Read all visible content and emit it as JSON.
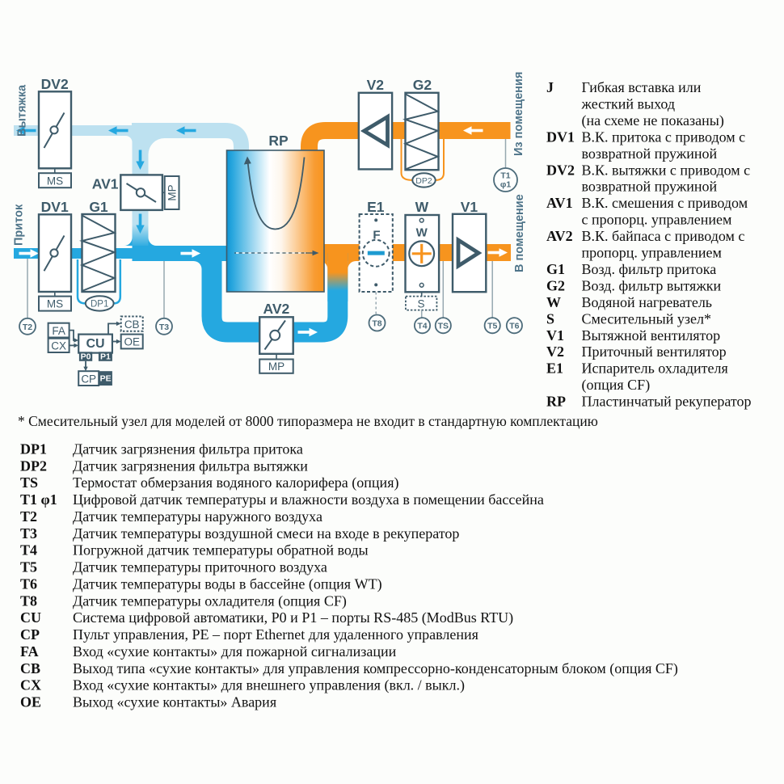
{
  "colors": {
    "bg": "#fcfdfb",
    "slate": "#3e5b6a",
    "slate2": "#4c6b7a",
    "blue": "#25a8e0",
    "light_blue": "#bde1f0",
    "deep_blue": "#1095d5",
    "orange": "#f7941e",
    "blue_bar": "#1d9bd1",
    "line_gray": "#97a8b0",
    "rot_label": "#4e7489",
    "ink": "#111111",
    "white": "#ffffff"
  },
  "diagram": {
    "flow_labels": {
      "exhaust_out": "Вытяжка",
      "supply_in": "Приток",
      "from_room": "Из помещения",
      "to_room": "В помещение"
    },
    "components": {
      "dv2": "DV2",
      "dv1": "DV1",
      "g1": "G1",
      "g2": "G2",
      "av1": "AV1",
      "av2": "AV2",
      "rp": "RP",
      "v2": "V2",
      "v1": "V1",
      "e1": "E1",
      "w": "W",
      "w_inner": "W",
      "f_inner": "F"
    },
    "actuators": {
      "ms_dv2": "MS",
      "ms_dv1": "MS",
      "mp_av1": "MP",
      "mp_av2": "MP",
      "s_box": "S"
    },
    "sensors": {
      "t2": "T2",
      "t3": "T3",
      "t8": "T8",
      "t4": "T4",
      "ts": "TS",
      "t5": "T5",
      "t6": "T6",
      "dp1": "DP1",
      "dp2": "DP2",
      "t1_line1": "T1",
      "t1_line2": "φ1"
    },
    "controller": {
      "cu": "CU",
      "p0": "P0",
      "p1": "P1",
      "cp": "CP",
      "pe": "PE",
      "fa": "FA",
      "cx": "CX",
      "cb": "CB",
      "oe": "OE"
    }
  },
  "legend": {
    "items": [
      {
        "term": "J",
        "lines": [
          "Гибкая вставка или",
          "жесткий выход",
          "(на схеме не показаны)"
        ]
      },
      {
        "term": "DV1",
        "lines": [
          "В.К. притока с приводом с",
          "возвратной пружиной"
        ]
      },
      {
        "term": "DV2",
        "lines": [
          "В.К. вытяжки с приводом с",
          "возвратной пружиной"
        ]
      },
      {
        "term": "AV1",
        "lines": [
          "В.К. смешения с приводом",
          "с пропорц. управлением"
        ]
      },
      {
        "term": "AV2",
        "lines": [
          "В.К. байпаса с приводом с",
          "пропорц. управлением"
        ]
      },
      {
        "term": "G1",
        "lines": [
          "Возд. фильтр притока"
        ]
      },
      {
        "term": "G2",
        "lines": [
          "Возд. фильтр вытяжки"
        ]
      },
      {
        "term": "W",
        "lines": [
          "Водяной нагреватель"
        ]
      },
      {
        "term": "S",
        "lines": [
          "Смесительный узел*"
        ]
      },
      {
        "term": "V1",
        "lines": [
          "Вытяжной вентилятор"
        ]
      },
      {
        "term": "V2",
        "lines": [
          "Приточный вентилятор"
        ]
      },
      {
        "term": "E1",
        "lines": [
          "Испаритель охладителя",
          "(опция CF)"
        ]
      },
      {
        "term": "RP",
        "lines": [
          "Пластинчатый рекуператор"
        ]
      }
    ]
  },
  "footnote": "* Смесительный узел для моделей от 8000 типоразмера не входит в стандартную комплектацию",
  "sensor_list": {
    "items": [
      {
        "term": "DP1",
        "desc": "Датчик загрязнения фильтра притока"
      },
      {
        "term": "DP2",
        "desc": "Датчик загрязнения фильтра вытяжки"
      },
      {
        "term": "TS",
        "desc": "Термостат обмерзания водяного калорифера (опция)"
      },
      {
        "term": "T1 φ1",
        "desc": "Цифровой датчик температуры и влажности воздуха в помещении бассейна"
      },
      {
        "term": "T2",
        "desc": "Датчик температуры наружного воздуха"
      },
      {
        "term": "T3",
        "desc": "Датчик температуры воздушной смеси на входе в рекуператор"
      },
      {
        "term": "T4",
        "desc": "Погружной датчик температуры обратной воды"
      },
      {
        "term": "T5",
        "desc": "Датчик температуры приточного воздуха"
      },
      {
        "term": "T6",
        "desc": "Датчик температуры воды в бассейне (опция WT)"
      },
      {
        "term": "T8",
        "desc": "Датчик температуры охладителя (опция CF)"
      },
      {
        "term": "CU",
        "desc": "Система цифровой автоматики, P0 и P1 – порты RS-485 (ModBus RTU)"
      },
      {
        "term": "CP",
        "desc": "Пульт управления, PE – порт Ethernet для удаленного управления"
      },
      {
        "term": "FA",
        "desc": "Вход «сухие контакты» для пожарной сигнализации"
      },
      {
        "term": "CB",
        "desc": "Выход типа «сухие контакты» для управления компрессорно-конденсаторным блоком (опция CF)"
      },
      {
        "term": "CX",
        "desc": "Вход «сухие контакты» для внешнего управления (вкл. / выкл.)"
      },
      {
        "term": "OE",
        "desc": "Выход «сухие контакты» Авария"
      }
    ]
  }
}
